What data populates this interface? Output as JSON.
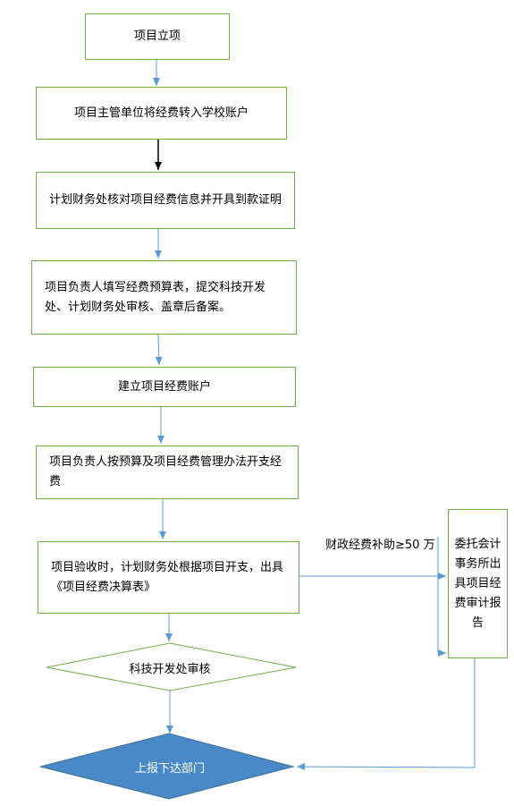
{
  "flowchart": {
    "nodes": {
      "n1": "项目立项",
      "n2": "项目主管单位将经费转入学校账户",
      "n3": "计划财务处核对项目经费信息并开具到款证明",
      "n4": "项目负责人填写经费预算表，提交科技开发处、计划财务处审核、盖章后备案。",
      "n5": "建立项目经费账户",
      "n6": "项目负责人按预算及项目经费管理办法开支经费",
      "n7": "项目验收时，计划财务处根据项目开支，出具《项目经费决算表》",
      "side": "委托会计事务所出具项目经费审计报告",
      "decision": "科技开发处审核",
      "final": "上报下达部门"
    },
    "edge_label": "财政经费补助≥50 万"
  }
}
